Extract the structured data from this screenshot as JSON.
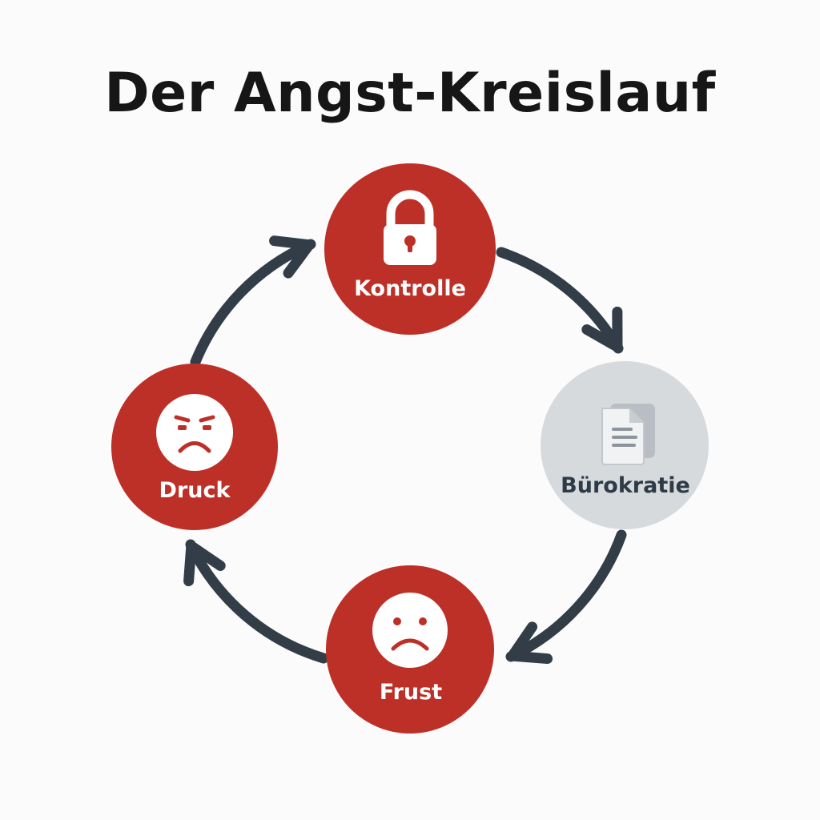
{
  "title": "Der Angst-Kreislauf",
  "colors": {
    "red": "#bd3028",
    "gray": "#d7dadd",
    "arrow": "#333d47",
    "white": "#ffffff",
    "label_dark": "#2e3a46"
  },
  "nodes": [
    {
      "id": "kontrolle",
      "label": "Kontrolle",
      "icon": "lock-icon",
      "color": "red"
    },
    {
      "id": "buerokratie",
      "label": "Bürokratie",
      "icon": "document-icon",
      "color": "gray"
    },
    {
      "id": "frust",
      "label": "Frust",
      "icon": "sad-face-icon",
      "color": "red"
    },
    {
      "id": "druck",
      "label": "Druck",
      "icon": "angry-face-icon",
      "color": "red"
    }
  ],
  "arrows": [
    {
      "from": "Kontrolle",
      "to": "Bürokratie"
    },
    {
      "from": "Bürokratie",
      "to": "Frust"
    },
    {
      "from": "Frust",
      "to": "Druck"
    },
    {
      "from": "Druck",
      "to": "Kontrolle"
    }
  ]
}
